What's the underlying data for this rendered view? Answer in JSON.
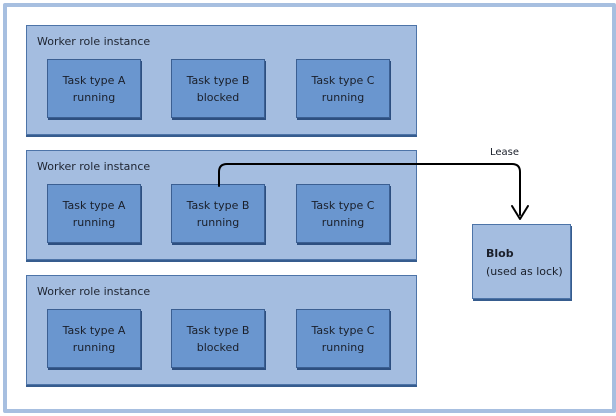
{
  "instances": [
    {
      "label": "Worker role instance",
      "tasks": [
        {
          "name": "Task type A",
          "status": "running"
        },
        {
          "name": "Task type B",
          "status": "blocked"
        },
        {
          "name": "Task type C",
          "status": "running"
        }
      ]
    },
    {
      "label": "Worker role instance",
      "tasks": [
        {
          "name": "Task type A",
          "status": "running"
        },
        {
          "name": "Task type B",
          "status": "running"
        },
        {
          "name": "Task type C",
          "status": "running"
        }
      ]
    },
    {
      "label": "Worker role instance",
      "tasks": [
        {
          "name": "Task type A",
          "status": "running"
        },
        {
          "name": "Task type B",
          "status": "blocked"
        },
        {
          "name": "Task type C",
          "status": "running"
        }
      ]
    }
  ],
  "blob": {
    "title": "Blob",
    "subtitle": "(used as lock)"
  },
  "lease": {
    "label": "Lease"
  },
  "colors": {
    "instance_fill": "#a4bde0",
    "task_fill": "#6a96cf",
    "frame_border": "#a7bfe0",
    "arrow": "#000000"
  }
}
